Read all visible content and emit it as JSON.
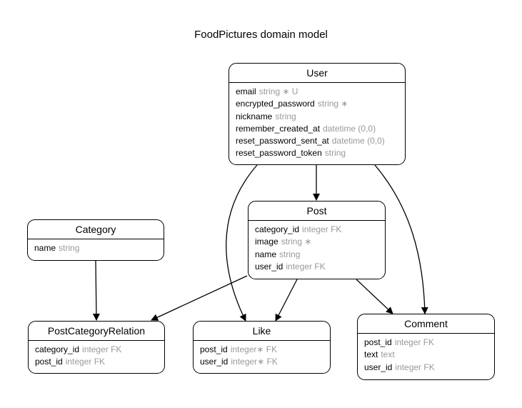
{
  "diagram": {
    "title": "FoodPictures domain model"
  },
  "colors": {
    "stroke": "#000000",
    "type_text": "#999999",
    "background": "#ffffff"
  },
  "entities": {
    "user": {
      "name": "User",
      "attributes": [
        {
          "name": "email",
          "type": "string",
          "flags": "∗ U"
        },
        {
          "name": "encrypted_password",
          "type": "string",
          "flags": "∗"
        },
        {
          "name": "nickname",
          "type": "string",
          "flags": ""
        },
        {
          "name": "remember_created_at",
          "type": "datetime (0,0)",
          "flags": ""
        },
        {
          "name": "reset_password_sent_at",
          "type": "datetime (0,0)",
          "flags": ""
        },
        {
          "name": "reset_password_token",
          "type": "string",
          "flags": ""
        }
      ]
    },
    "post": {
      "name": "Post",
      "attributes": [
        {
          "name": "category_id",
          "type": "integer FK",
          "flags": ""
        },
        {
          "name": "image",
          "type": "string",
          "flags": "∗"
        },
        {
          "name": "name",
          "type": "string",
          "flags": ""
        },
        {
          "name": "user_id",
          "type": "integer FK",
          "flags": ""
        }
      ]
    },
    "category": {
      "name": "Category",
      "attributes": [
        {
          "name": "name",
          "type": "string",
          "flags": ""
        }
      ]
    },
    "post_category_relation": {
      "name": "PostCategoryRelation",
      "attributes": [
        {
          "name": "category_id",
          "type": "integer FK",
          "flags": ""
        },
        {
          "name": "post_id",
          "type": "integer FK",
          "flags": ""
        }
      ]
    },
    "like": {
      "name": "Like",
      "attributes": [
        {
          "name": "post_id",
          "type": "integer",
          "flags": "∗ FK"
        },
        {
          "name": "user_id",
          "type": "integer",
          "flags": "∗ FK"
        }
      ]
    },
    "comment": {
      "name": "Comment",
      "attributes": [
        {
          "name": "post_id",
          "type": "integer FK",
          "flags": ""
        },
        {
          "name": "text",
          "type": "text",
          "flags": ""
        },
        {
          "name": "user_id",
          "type": "integer FK",
          "flags": ""
        }
      ]
    }
  }
}
